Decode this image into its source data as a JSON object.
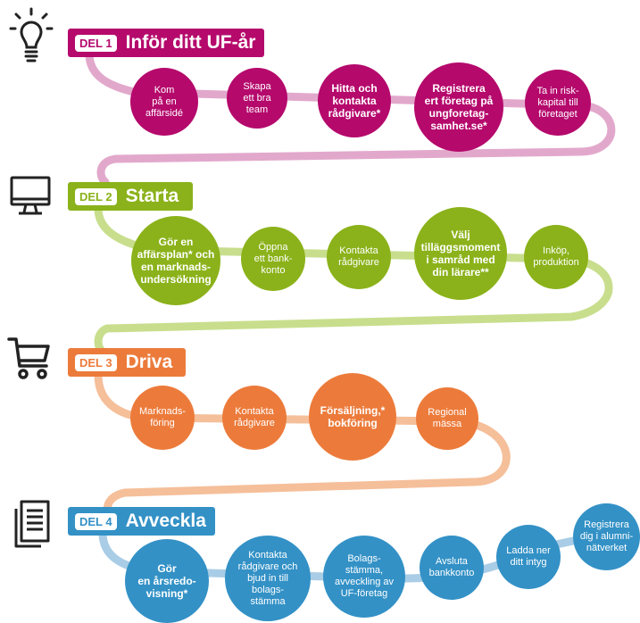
{
  "colors": {
    "del1": "#b5096c",
    "del2": "#8bb21a",
    "del3": "#ec7b3b",
    "del4": "#3391c6",
    "path1": "#e2a8cc",
    "path2": "#c8de8d",
    "path3": "#f5bf9a",
    "path4": "#a9cde6"
  },
  "icons": [
    "lightbulb-icon",
    "computer-monitor-icon",
    "shopping-cart-icon",
    "documents-icon"
  ],
  "sections": [
    {
      "tag": "DEL 1",
      "title": "Inför ditt UF-år",
      "steps": [
        "Kom\npå en\naffärsidé",
        "Skapa\nett bra\nteam",
        "Hitta och\nkontakta\nrådgivare*",
        "Registrera\nert företag på\nungforetag-\nsamhet.se*",
        "Ta in risk-\nkapital till\nföretaget"
      ]
    },
    {
      "tag": "DEL 2",
      "title": "Starta",
      "steps": [
        "Gör en\naffärsplan* och\nen marknads-\nundersökning",
        "Öppna\nett bank-\nkonto",
        "Kontakta\nrådgivare",
        "Välj\ntilläggsmoment\ni samråd med\ndin lärare**",
        "Inköp,\nproduktion"
      ]
    },
    {
      "tag": "DEL 3",
      "title": "Driva",
      "steps": [
        "Marknads-\nföring",
        "Kontakta\nrådgivare",
        "Försäljning,*\nbokföring",
        "Regional\nmässa"
      ]
    },
    {
      "tag": "DEL 4",
      "title": "Avveckla",
      "steps": [
        "Gör\nen årsredo-\nvisning*",
        "Kontakta\nrådgivare och\nbjud in till\nbolags-\nstämma",
        "Bolags-\nstämma,\navveckling av\nUF-företag",
        "Avsluta\nbankkonto",
        "Ladda ner\nditt intyg",
        "Registrera\ndig i alumni-\nnätverket"
      ]
    }
  ]
}
